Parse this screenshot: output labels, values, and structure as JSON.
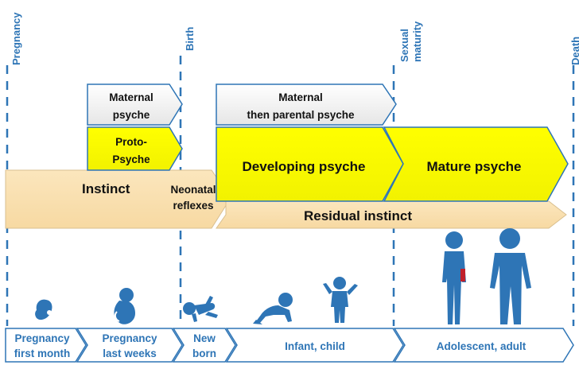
{
  "milestones": {
    "pregnancy": "Pregnancy",
    "birth": "Birth",
    "sexual_maturity": [
      "Sexual",
      "maturity"
    ],
    "death": "Death"
  },
  "boxes": {
    "maternal_psyche": [
      "Maternal",
      "psyche"
    ],
    "proto_psyche": [
      "Proto-",
      "Psyche"
    ],
    "maternal_parental": [
      "Maternal",
      "then parental psyche"
    ],
    "developing_psyche": "Developing psyche",
    "mature_psyche": "Mature psyche",
    "instinct": "Instinct",
    "neonatal_reflexes": [
      "Neonatal",
      "reflexes"
    ],
    "residual_instinct": "Residual instinct"
  },
  "stages": [
    [
      "Pregnancy",
      "first month"
    ],
    [
      "Pregnancy",
      "last weeks"
    ],
    [
      "New",
      "born"
    ],
    [
      "Infant, child"
    ],
    [
      "Adolescent, adult"
    ]
  ],
  "figures": [
    "embryo-icon",
    "fetus-icon",
    "newborn-icon",
    "crawling-baby-icon",
    "child-icon",
    "adolescent-girl-icon",
    "adult-man-icon"
  ],
  "colors": {
    "yellow": "#ffff00",
    "tan": "#fbe2b2",
    "blue": "#2e75b6",
    "white": "#ffffff"
  }
}
